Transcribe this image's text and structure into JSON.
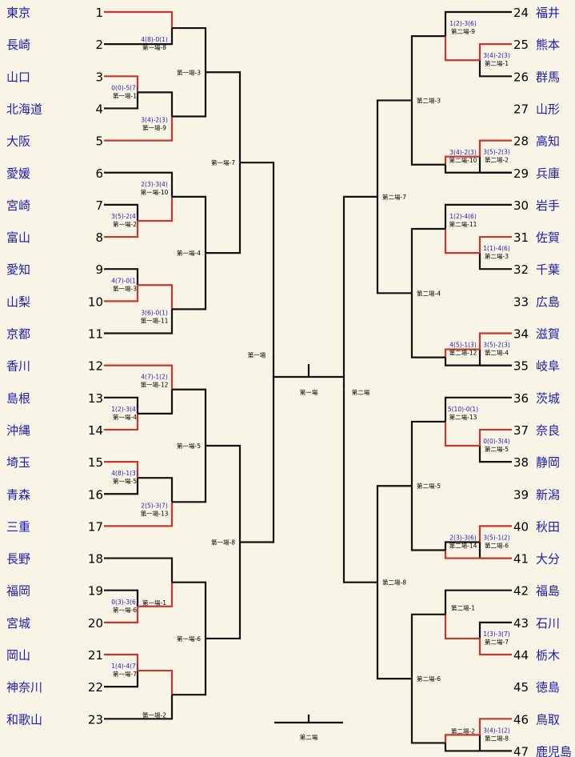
{
  "teams_left": [
    {
      "seed": "1",
      "name": "東京"
    },
    {
      "seed": "2",
      "name": "長崎"
    },
    {
      "seed": "3",
      "name": "山口"
    },
    {
      "seed": "4",
      "name": "北海道"
    },
    {
      "seed": "5",
      "name": "大阪"
    },
    {
      "seed": "6",
      "name": "愛媛"
    },
    {
      "seed": "7",
      "name": "宮崎"
    },
    {
      "seed": "8",
      "name": "富山"
    },
    {
      "seed": "9",
      "name": "愛知"
    },
    {
      "seed": "10",
      "name": "山梨"
    },
    {
      "seed": "11",
      "name": "京都"
    },
    {
      "seed": "12",
      "name": "香川"
    },
    {
      "seed": "13",
      "name": "島根"
    },
    {
      "seed": "14",
      "name": "沖縄"
    },
    {
      "seed": "15",
      "name": "埼玉"
    },
    {
      "seed": "16",
      "name": "青森"
    },
    {
      "seed": "17",
      "name": "三重"
    },
    {
      "seed": "18",
      "name": "長野"
    },
    {
      "seed": "19",
      "name": "福岡"
    },
    {
      "seed": "20",
      "name": "宮城"
    },
    {
      "seed": "21",
      "name": "岡山"
    },
    {
      "seed": "22",
      "name": "神奈川"
    },
    {
      "seed": "23",
      "name": "和歌山"
    }
  ],
  "teams_right": [
    {
      "seed": "24",
      "name": "福井"
    },
    {
      "seed": "25",
      "name": "熊本"
    },
    {
      "seed": "26",
      "name": "群馬"
    },
    {
      "seed": "27",
      "name": "山形"
    },
    {
      "seed": "28",
      "name": "高知"
    },
    {
      "seed": "29",
      "name": "兵庫"
    },
    {
      "seed": "30",
      "name": "岩手"
    },
    {
      "seed": "31",
      "name": "佐賀"
    },
    {
      "seed": "32",
      "name": "千葉"
    },
    {
      "seed": "33",
      "name": "広島"
    },
    {
      "seed": "34",
      "name": "滋賀"
    },
    {
      "seed": "35",
      "name": "岐阜"
    },
    {
      "seed": "36",
      "name": "茨城"
    },
    {
      "seed": "37",
      "name": "奈良"
    },
    {
      "seed": "38",
      "name": "静岡"
    },
    {
      "seed": "39",
      "name": "新潟"
    },
    {
      "seed": "40",
      "name": "秋田"
    },
    {
      "seed": "41",
      "name": "大分"
    },
    {
      "seed": "42",
      "name": "福島"
    },
    {
      "seed": "43",
      "name": "石川"
    },
    {
      "seed": "44",
      "name": "栃木"
    },
    {
      "seed": "45",
      "name": "徳島"
    },
    {
      "seed": "46",
      "name": "鳥取"
    },
    {
      "seed": "47",
      "name": "鹿児島"
    }
  ],
  "match_labels": {
    "m1_8": {
      "score": "4(8)-0(1)",
      "venue": "第一場-8"
    },
    "m1_1": {
      "score": "0(0)-5(7)",
      "venue": "第一場-1"
    },
    "m1_9": {
      "score": "3(4)-2(3)",
      "venue": "第一場-9"
    },
    "m1_10": {
      "score": "2(3)-3(4)",
      "venue": "第一場-10"
    },
    "m1_2": {
      "score": "3(5)-2(4)",
      "venue": "第一場-2"
    },
    "m1_3": {
      "score": "4(7)-0(1)",
      "venue": "第一場-3"
    },
    "m1_11": {
      "score": "3(6)-0(1)",
      "venue": "第一場-11"
    },
    "m1_12": {
      "score": "4(7)-1(2)",
      "venue": "第一場-12"
    },
    "m1_4": {
      "score": "1(2)-3(4)",
      "venue": "第一場-4"
    },
    "m1_5": {
      "score": "4(8)-1(3)",
      "venue": "第一場-5"
    },
    "m1_13": {
      "score": "2(5)-3(7)",
      "venue": "第一場-13"
    },
    "m1_6": {
      "score": "0(3)-3(6)",
      "venue": "第一場-6"
    },
    "m1_7": {
      "score": "1(4)-4(7)",
      "venue": "第一場-7"
    },
    "m2_9": {
      "score": "1(2)-3(6)",
      "venue": "第二場-9"
    },
    "m2_1": {
      "score": "3(4)-2(3)",
      "venue": "第二場-1"
    },
    "m2_2": {
      "score": "3(5)-2(3)",
      "venue": "第二場-2"
    },
    "m2_10": {
      "score": "3(4)-2(3)",
      "venue": "第二場-10"
    },
    "m2_11": {
      "score": "1(2)-4(6)",
      "venue": "第二場-11"
    },
    "m2_3": {
      "score": "1(1)-4(6)",
      "venue": "第二場-3"
    },
    "m2_4": {
      "score": "3(5)-2(3)",
      "venue": "第二場-4"
    },
    "m2_12": {
      "score": "4(5)-1(3)",
      "venue": "第二場-12"
    },
    "m2_13": {
      "score": "5(10)-0(1)",
      "venue": "第二場-13"
    },
    "m2_5": {
      "score": "0(0)-3(4)",
      "venue": "第二場-5"
    },
    "m2_6": {
      "score": "3(5)-1(2)",
      "venue": "第二場-6"
    },
    "m2_14": {
      "score": "2(3)-3(6)",
      "venue": "第二場-14"
    },
    "m2_7": {
      "score": "1(3)-3(7)",
      "venue": "第二場-7"
    },
    "m2_8": {
      "score": "3(4)-1(2)",
      "venue": "第二場-8"
    }
  },
  "round_labels": {
    "l_r2_3": "第一場-3",
    "l_r2_4": "第一場-4",
    "l_r2_5": "第一場-5",
    "l_r2_6": "第一場-6",
    "l_r1_1": "第一場-1",
    "l_r1_2": "第一場-2",
    "l_r3_7": "第一場-7",
    "l_r3_8": "第一場-8",
    "l_semi": "第一場",
    "r_r2_3": "第二場-3",
    "r_r2_4": "第二場-4",
    "r_r2_5": "第二場-5",
    "r_r2_6": "第二場-6",
    "r_r1_1": "第二場-1",
    "r_r1_2": "第二場-2",
    "r_r3_7": "第二場-7",
    "r_r3_8": "第二場-8",
    "r_semi": "第二場",
    "final": "第一場",
    "third": "第二場"
  },
  "colors": {
    "winner_line": "#c8372d",
    "line": "#111111",
    "team_text": "#1c1cb4",
    "background": "#f8f4e6"
  }
}
